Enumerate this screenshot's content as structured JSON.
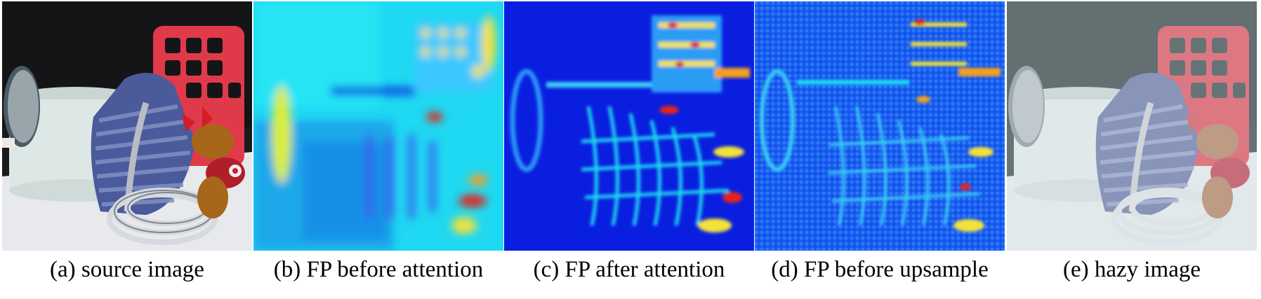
{
  "figure": {
    "panels": [
      {
        "id": "a",
        "caption": "(a) source image",
        "kind": "photo"
      },
      {
        "id": "b",
        "caption": "(b) FP before attention",
        "kind": "heatmap"
      },
      {
        "id": "c",
        "caption": "(c) FP after attention",
        "kind": "heatmap"
      },
      {
        "id": "d",
        "caption": "(d) FP before upsample",
        "kind": "heatmap"
      },
      {
        "id": "e",
        "caption": "(e) hazy image",
        "kind": "photo"
      }
    ],
    "colors": {
      "jet_blue": "#0a1ee0",
      "jet_cyan": "#1fd8f2",
      "jet_yellow": "#f2e23a",
      "jet_red": "#e0261a",
      "basket_red": "#e03a4a",
      "stripe_blue": "#4a5a9a",
      "wall_dark": "#1c1c1e",
      "box_white": "#dde8e6"
    }
  }
}
